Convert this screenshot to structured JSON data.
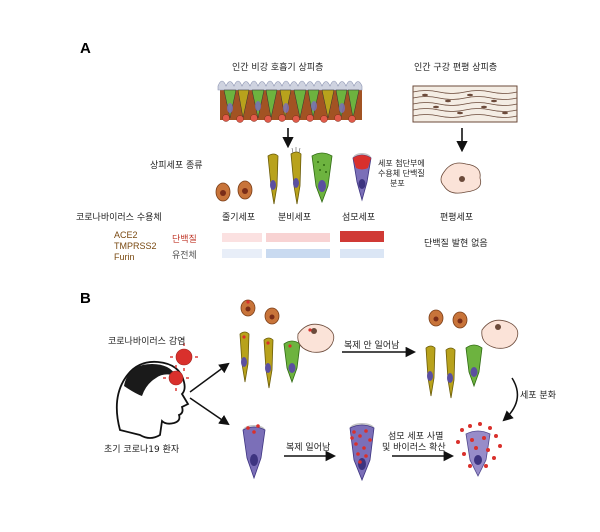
{
  "panel_a": {
    "letter": "A",
    "nasal_title": "인간 비강 호흡기 상피층",
    "oral_title": "인간 구강 편평 상피층",
    "epithelial_types_label": "상피세포 종류",
    "annotation": [
      "세포 첨단부에",
      "수용체 단백질",
      "분포"
    ],
    "receptor_label": "코로나바이러스 수용체",
    "cell_types": [
      "줄기세포",
      "분비세포",
      "섬모세포",
      "편평세포"
    ],
    "genes": [
      "ACE2",
      "TMPRSS2",
      "Furin"
    ],
    "protein_label": "단백질",
    "rna_label": "유전체",
    "no_expression": "단백질 발현 없음"
  },
  "panel_b": {
    "letter": "B",
    "infection_label": "코로나바이러스 감염",
    "patient_label": "초기 코로나19 환자",
    "no_replication": "복제 안 일어남",
    "differentiation": "세포 분화",
    "replication": "복제 일어남",
    "spread": [
      "섬모 세포 사멸",
      "및 바이러스 확산"
    ]
  },
  "colors": {
    "ciliated": "#6db33f",
    "secretory": "#b8a21c",
    "basal": "#c8743a",
    "squamous": "#fbe3d8",
    "virus": "#d9302c",
    "protein_high": "#d03a35",
    "protein_low": "#f6c9c9",
    "rna": "#c9daf0"
  }
}
